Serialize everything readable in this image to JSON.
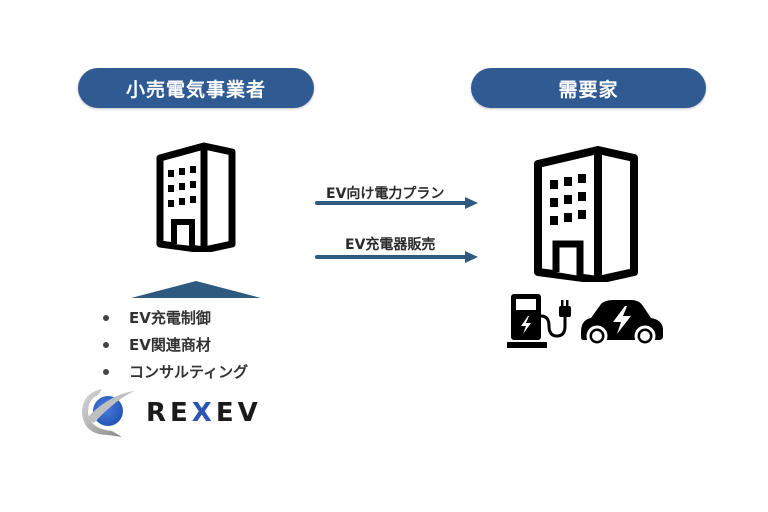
{
  "diagram": {
    "left_party": {
      "label": "小売電気事業者"
    },
    "right_party": {
      "label": "需要家"
    },
    "flows": [
      {
        "label": "EV向け電力プラン",
        "direction": "left-to-right"
      },
      {
        "label": "EV充電器販売",
        "direction": "left-to-right"
      }
    ],
    "services": [
      {
        "label": "EV充電制御"
      },
      {
        "label": "EV関連商材"
      },
      {
        "label": "コンサルティング"
      }
    ],
    "logo": {
      "text_a": "RE",
      "text_x": "X",
      "text_b": "EV"
    },
    "icons": {
      "left": "office-building-icon",
      "right": [
        "office-building-icon",
        "ev-charger-icon",
        "electric-car-icon"
      ],
      "support": "triangle-up-icon"
    },
    "colors": {
      "pill": "#2f5b92",
      "arrow": "#2d5a7e",
      "icon": "#000000",
      "logo_accent": "#2b56b5"
    }
  }
}
